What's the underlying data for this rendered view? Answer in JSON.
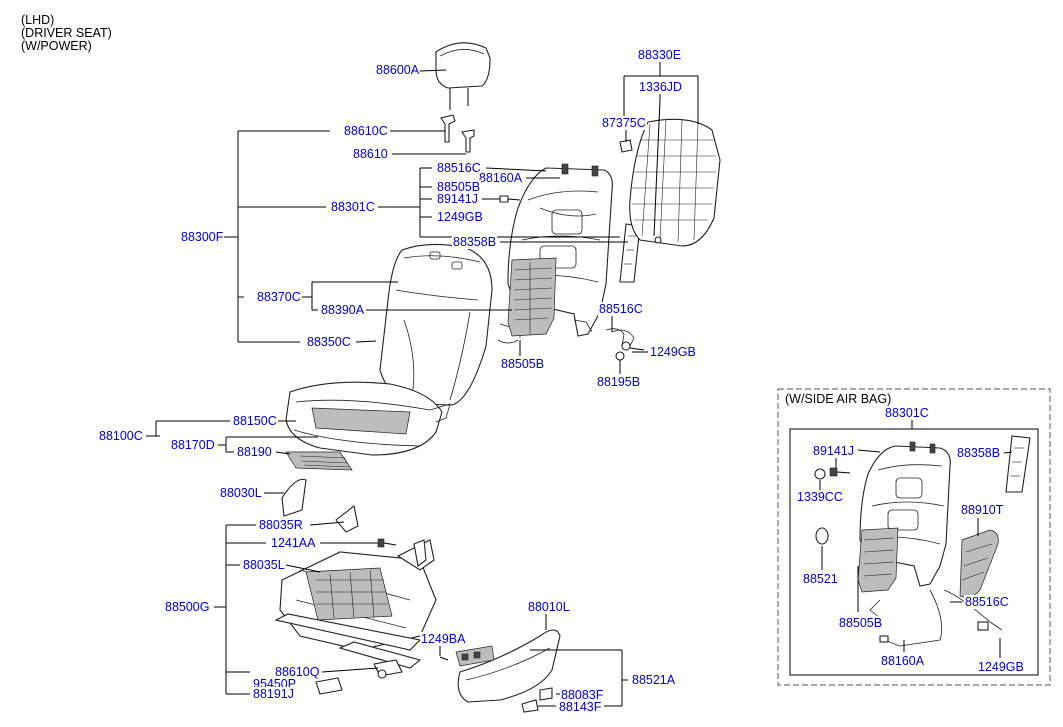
{
  "header": {
    "line1": "(LHD)",
    "line2": "(DRIVER SEAT)",
    "line3": "(W/POWER)"
  },
  "parts": {
    "p88600A": "88600A",
    "p88610C": "88610C",
    "p88610": "88610",
    "p88300F": "88300F",
    "p88516C_a": "88516C",
    "p88160A_a": "88160A",
    "p88505B_a": "88505B",
    "p89141J_a": "89141J",
    "p88301C_a": "88301C",
    "p1249GB_a": "1249GB",
    "p88358B_a": "88358B",
    "p88330E": "88330E",
    "p1336JD": "1336JD",
    "p87375C": "87375C",
    "p88370C": "88370C",
    "p88390A": "88390A",
    "p88350C": "88350C",
    "p88516C_b": "88516C",
    "p1249GB_b": "1249GB",
    "p88505B_b": "88505B",
    "p88195B": "88195B",
    "p88100C": "88100C",
    "p88150C": "88150C",
    "p88170D": "88170D",
    "p88190": "88190",
    "p88030L": "88030L",
    "p88035R": "88035R",
    "p1241AA": "1241AA",
    "p88035L": "88035L",
    "p88500G": "88500G",
    "p88610Q": "88610Q",
    "p95450P": "95450P",
    "p88191J": "88191J",
    "p1249BA": "1249BA",
    "p88010L": "88010L",
    "p88521A": "88521A",
    "p88083F": "88083F",
    "p88143F": "88143F"
  },
  "inset": {
    "title": "(W/SIDE AIR BAG)",
    "p88301C": "88301C",
    "p89141J": "89141J",
    "p88358B": "88358B",
    "p1339CC": "1339CC",
    "p88910T": "88910T",
    "p88521": "88521",
    "p88505B": "88505B",
    "p88516C": "88516C",
    "p88160A": "88160A",
    "p1249GB": "1249GB"
  }
}
